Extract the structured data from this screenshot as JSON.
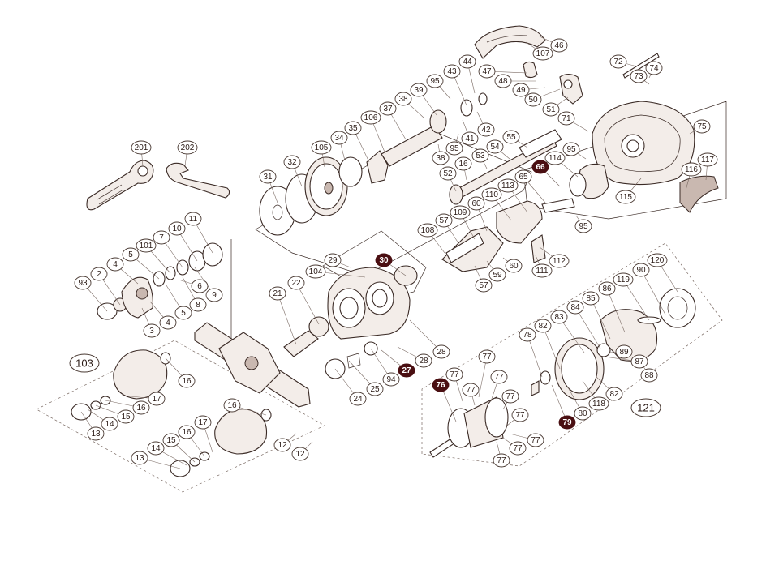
{
  "diagram": {
    "type": "exploded-parts-diagram",
    "colors": {
      "line": "#3a2a25",
      "highlight_label": "#4a0f12",
      "part_fill": "#f3ede9",
      "background": "#ffffff"
    },
    "labels": [
      {
        "id": "l201",
        "text": "201",
        "style": "normal"
      },
      {
        "id": "l202",
        "text": "202",
        "style": "normal"
      },
      {
        "id": "l31",
        "text": "31",
        "style": "normal"
      },
      {
        "id": "l32",
        "text": "32",
        "style": "normal"
      },
      {
        "id": "l105",
        "text": "105",
        "style": "normal"
      },
      {
        "id": "l34",
        "text": "34",
        "style": "normal"
      },
      {
        "id": "l35",
        "text": "35",
        "style": "normal"
      },
      {
        "id": "l106",
        "text": "106",
        "style": "normal"
      },
      {
        "id": "l37",
        "text": "37",
        "style": "normal"
      },
      {
        "id": "l38a",
        "text": "38",
        "style": "normal"
      },
      {
        "id": "l39",
        "text": "39",
        "style": "normal"
      },
      {
        "id": "l95a",
        "text": "95",
        "style": "normal"
      },
      {
        "id": "l43",
        "text": "43",
        "style": "normal"
      },
      {
        "id": "l44",
        "text": "44",
        "style": "normal"
      },
      {
        "id": "l47",
        "text": "47",
        "style": "normal"
      },
      {
        "id": "l46",
        "text": "46",
        "style": "normal"
      },
      {
        "id": "l107",
        "text": "107",
        "style": "normal"
      },
      {
        "id": "l48",
        "text": "48",
        "style": "normal"
      },
      {
        "id": "l49",
        "text": "49",
        "style": "normal"
      },
      {
        "id": "l50",
        "text": "50",
        "style": "normal"
      },
      {
        "id": "l51",
        "text": "51",
        "style": "normal"
      },
      {
        "id": "l72",
        "text": "72",
        "style": "normal"
      },
      {
        "id": "l74",
        "text": "74",
        "style": "normal"
      },
      {
        "id": "l73",
        "text": "73",
        "style": "normal"
      },
      {
        "id": "l42",
        "text": "42",
        "style": "normal"
      },
      {
        "id": "l41",
        "text": "41",
        "style": "normal"
      },
      {
        "id": "l95b",
        "text": "95",
        "style": "normal"
      },
      {
        "id": "l38b",
        "text": "38",
        "style": "normal"
      },
      {
        "id": "l55",
        "text": "55",
        "style": "normal"
      },
      {
        "id": "l54",
        "text": "54",
        "style": "normal"
      },
      {
        "id": "l53",
        "text": "53",
        "style": "normal"
      },
      {
        "id": "l16a",
        "text": "16",
        "style": "normal"
      },
      {
        "id": "l52",
        "text": "52",
        "style": "normal"
      },
      {
        "id": "l71",
        "text": "71",
        "style": "normal"
      },
      {
        "id": "l75",
        "text": "75",
        "style": "normal"
      },
      {
        "id": "l95c",
        "text": "95",
        "style": "normal"
      },
      {
        "id": "l114",
        "text": "114",
        "style": "normal"
      },
      {
        "id": "l66",
        "text": "66",
        "style": "dark"
      },
      {
        "id": "l65",
        "text": "65",
        "style": "normal"
      },
      {
        "id": "l113",
        "text": "113",
        "style": "normal"
      },
      {
        "id": "l110",
        "text": "110",
        "style": "normal"
      },
      {
        "id": "l60a",
        "text": "60",
        "style": "normal"
      },
      {
        "id": "l109",
        "text": "109",
        "style": "normal"
      },
      {
        "id": "l57a",
        "text": "57",
        "style": "normal"
      },
      {
        "id": "l108",
        "text": "108",
        "style": "normal"
      },
      {
        "id": "l116",
        "text": "116",
        "style": "normal"
      },
      {
        "id": "l117",
        "text": "117",
        "style": "normal"
      },
      {
        "id": "l115",
        "text": "115",
        "style": "normal"
      },
      {
        "id": "l95d",
        "text": "95",
        "style": "normal"
      },
      {
        "id": "l112",
        "text": "112",
        "style": "normal"
      },
      {
        "id": "l111",
        "text": "111",
        "style": "normal"
      },
      {
        "id": "l60b",
        "text": "60",
        "style": "normal"
      },
      {
        "id": "l59",
        "text": "59",
        "style": "normal"
      },
      {
        "id": "l57b",
        "text": "57",
        "style": "normal"
      },
      {
        "id": "l11",
        "text": "11",
        "style": "normal"
      },
      {
        "id": "l10",
        "text": "10",
        "style": "normal"
      },
      {
        "id": "l7",
        "text": "7",
        "style": "normal"
      },
      {
        "id": "l101",
        "text": "101",
        "style": "normal"
      },
      {
        "id": "l5a",
        "text": "5",
        "style": "normal"
      },
      {
        "id": "l4a",
        "text": "4",
        "style": "normal"
      },
      {
        "id": "l2",
        "text": "2",
        "style": "normal"
      },
      {
        "id": "l93",
        "text": "93",
        "style": "normal"
      },
      {
        "id": "l6",
        "text": "6",
        "style": "normal"
      },
      {
        "id": "l9",
        "text": "9",
        "style": "normal"
      },
      {
        "id": "l8",
        "text": "8",
        "style": "normal"
      },
      {
        "id": "l5b",
        "text": "5",
        "style": "normal"
      },
      {
        "id": "l4b",
        "text": "4",
        "style": "normal"
      },
      {
        "id": "l3",
        "text": "3",
        "style": "normal"
      },
      {
        "id": "l29",
        "text": "29",
        "style": "normal"
      },
      {
        "id": "l30",
        "text": "30",
        "style": "dark"
      },
      {
        "id": "l104",
        "text": "104",
        "style": "normal"
      },
      {
        "id": "l22",
        "text": "22",
        "style": "normal"
      },
      {
        "id": "l21",
        "text": "21",
        "style": "normal"
      },
      {
        "id": "l28a",
        "text": "28",
        "style": "normal"
      },
      {
        "id": "l28b",
        "text": "28",
        "style": "normal"
      },
      {
        "id": "l27",
        "text": "27",
        "style": "dark"
      },
      {
        "id": "l94",
        "text": "94",
        "style": "normal"
      },
      {
        "id": "l25",
        "text": "25",
        "style": "normal"
      },
      {
        "id": "l24",
        "text": "24",
        "style": "normal"
      },
      {
        "id": "l16b",
        "text": "16",
        "style": "normal"
      },
      {
        "id": "l17a",
        "text": "17",
        "style": "normal"
      },
      {
        "id": "l16c",
        "text": "16",
        "style": "normal"
      },
      {
        "id": "l15a",
        "text": "15",
        "style": "normal"
      },
      {
        "id": "l14a",
        "text": "14",
        "style": "normal"
      },
      {
        "id": "l13a",
        "text": "13",
        "style": "normal"
      },
      {
        "id": "l16d",
        "text": "16",
        "style": "normal"
      },
      {
        "id": "l17b",
        "text": "17",
        "style": "normal"
      },
      {
        "id": "l16e",
        "text": "16",
        "style": "normal"
      },
      {
        "id": "l15b",
        "text": "15",
        "style": "normal"
      },
      {
        "id": "l14b",
        "text": "14",
        "style": "normal"
      },
      {
        "id": "l13b",
        "text": "13",
        "style": "normal"
      },
      {
        "id": "l12a",
        "text": "12",
        "style": "normal"
      },
      {
        "id": "l12b",
        "text": "12",
        "style": "normal"
      },
      {
        "id": "l120",
        "text": "120",
        "style": "normal"
      },
      {
        "id": "l90",
        "text": "90",
        "style": "normal"
      },
      {
        "id": "l119",
        "text": "119",
        "style": "normal"
      },
      {
        "id": "l86",
        "text": "86",
        "style": "normal"
      },
      {
        "id": "l85",
        "text": "85",
        "style": "normal"
      },
      {
        "id": "l84",
        "text": "84",
        "style": "normal"
      },
      {
        "id": "l83",
        "text": "83",
        "style": "normal"
      },
      {
        "id": "l82a",
        "text": "82",
        "style": "normal"
      },
      {
        "id": "l78",
        "text": "78",
        "style": "normal"
      },
      {
        "id": "l89",
        "text": "89",
        "style": "normal"
      },
      {
        "id": "l87",
        "text": "87",
        "style": "normal"
      },
      {
        "id": "l88",
        "text": "88",
        "style": "normal"
      },
      {
        "id": "l82b",
        "text": "82",
        "style": "normal"
      },
      {
        "id": "l118",
        "text": "118",
        "style": "normal"
      },
      {
        "id": "l80",
        "text": "80",
        "style": "normal"
      },
      {
        "id": "l79",
        "text": "79",
        "style": "dark"
      },
      {
        "id": "l77a",
        "text": "77",
        "style": "normal"
      },
      {
        "id": "l77b",
        "text": "77",
        "style": "normal"
      },
      {
        "id": "l77c",
        "text": "77",
        "style": "normal"
      },
      {
        "id": "l77d",
        "text": "77",
        "style": "normal"
      },
      {
        "id": "l77e",
        "text": "77",
        "style": "normal"
      },
      {
        "id": "l77f",
        "text": "77",
        "style": "normal"
      },
      {
        "id": "l77g",
        "text": "77",
        "style": "normal"
      },
      {
        "id": "l77h",
        "text": "77",
        "style": "normal"
      },
      {
        "id": "l77i",
        "text": "77",
        "style": "normal"
      },
      {
        "id": "l76",
        "text": "76",
        "style": "dark"
      }
    ],
    "group_labels": [
      {
        "id": "g103",
        "text": "103"
      },
      {
        "id": "g121",
        "text": "121"
      }
    ]
  }
}
